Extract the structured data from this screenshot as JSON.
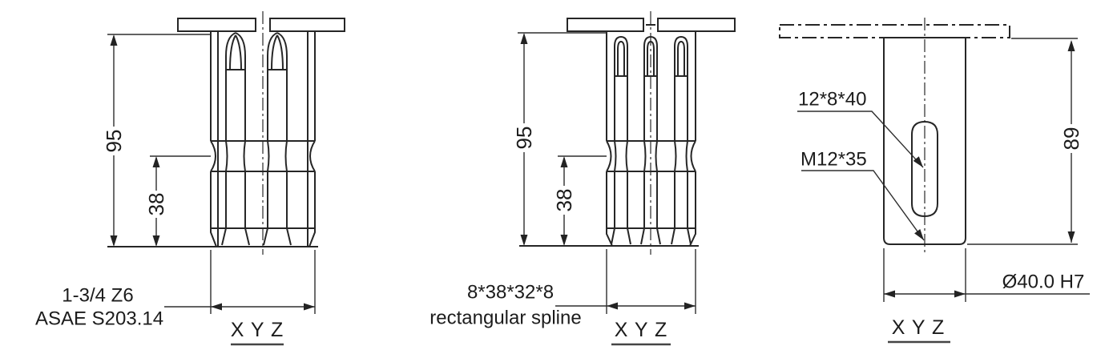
{
  "figure": {
    "type": "engineering-drawing",
    "views": 3,
    "line_color": "#262626",
    "background": "#ffffff"
  },
  "drawings": {
    "left": {
      "name": "6-spline shaft side view",
      "dim_overall": "95",
      "dim_groove": "38",
      "dim_width": "X Y Z",
      "spec_line1": "1-3/4 Z6",
      "spec_line2": "ASAE S203.14"
    },
    "middle": {
      "name": "rectangular spline shaft side view",
      "dim_overall": "95",
      "dim_groove": "38",
      "dim_width": "X Y Z",
      "spec_line1": "8*38*32*8",
      "spec_line2": "rectangular spline"
    },
    "right": {
      "name": "sleeve / bushing side view",
      "dim_overall": "89",
      "dim_width": "X Y Z",
      "slot_label": "12*8*40",
      "thread_label": "M12*35",
      "bore_label": "Ø40.0 H7"
    }
  }
}
